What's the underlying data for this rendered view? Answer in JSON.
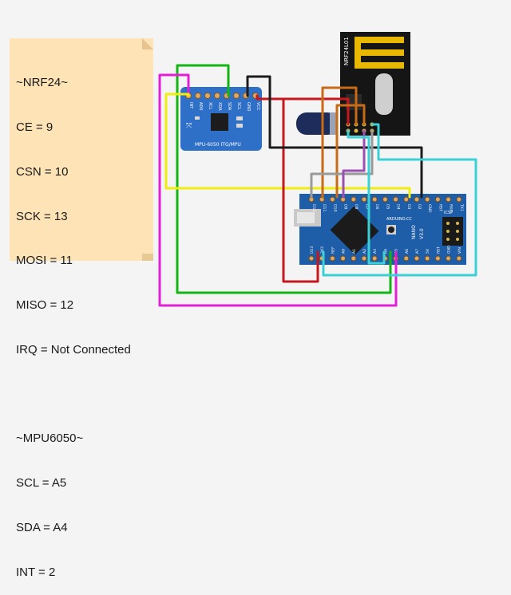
{
  "note": {
    "lines": [
      "~NRF24~",
      "CE = 9",
      "CSN = 10",
      "SCK = 13",
      "MOSI = 11",
      "MISO = 12",
      "IRQ = Not Connected",
      "",
      "~MPU6050~",
      "SCL = A5",
      "SDA = A4",
      "INT = 2"
    ]
  },
  "mpu": {
    "pins": [
      "INT",
      "AD0",
      "XCL",
      "XDA",
      "SDA",
      "SCL",
      "GND",
      "VCC"
    ],
    "label": "MPU-6050 ITG/MPU"
  },
  "nrf": {
    "label": "NRF24L01"
  },
  "nano": {
    "top_pins": [
      "D12",
      "D11",
      "D10",
      "D9",
      "D8",
      "D7",
      "D6",
      "D5",
      "D4",
      "D3",
      "D2",
      "GND",
      "RST",
      "RX0",
      "TX1"
    ],
    "bottom_pins": [
      "D13",
      "3V3",
      "REF",
      "A0",
      "A1",
      "A2",
      "A3",
      "A4",
      "A5",
      "A6",
      "A7",
      "5V",
      "RST",
      "GND",
      "VIN"
    ],
    "brand": "ARDUINO.CC",
    "model": "NANO",
    "version": "V3.0",
    "icsp": "ICSP"
  },
  "colors": {
    "green": "#12b512",
    "magenta": "#e21fd6",
    "yellow": "#f1ed0e",
    "red": "#c8161d",
    "orange": "#c86a16",
    "black": "#1c1c1c",
    "cyan": "#3ad0d6",
    "gray": "#9a9a9a",
    "purple": "#9b4fb4",
    "board_blue": "#2e6fc7",
    "nano_blue": "#1e5ea8"
  }
}
